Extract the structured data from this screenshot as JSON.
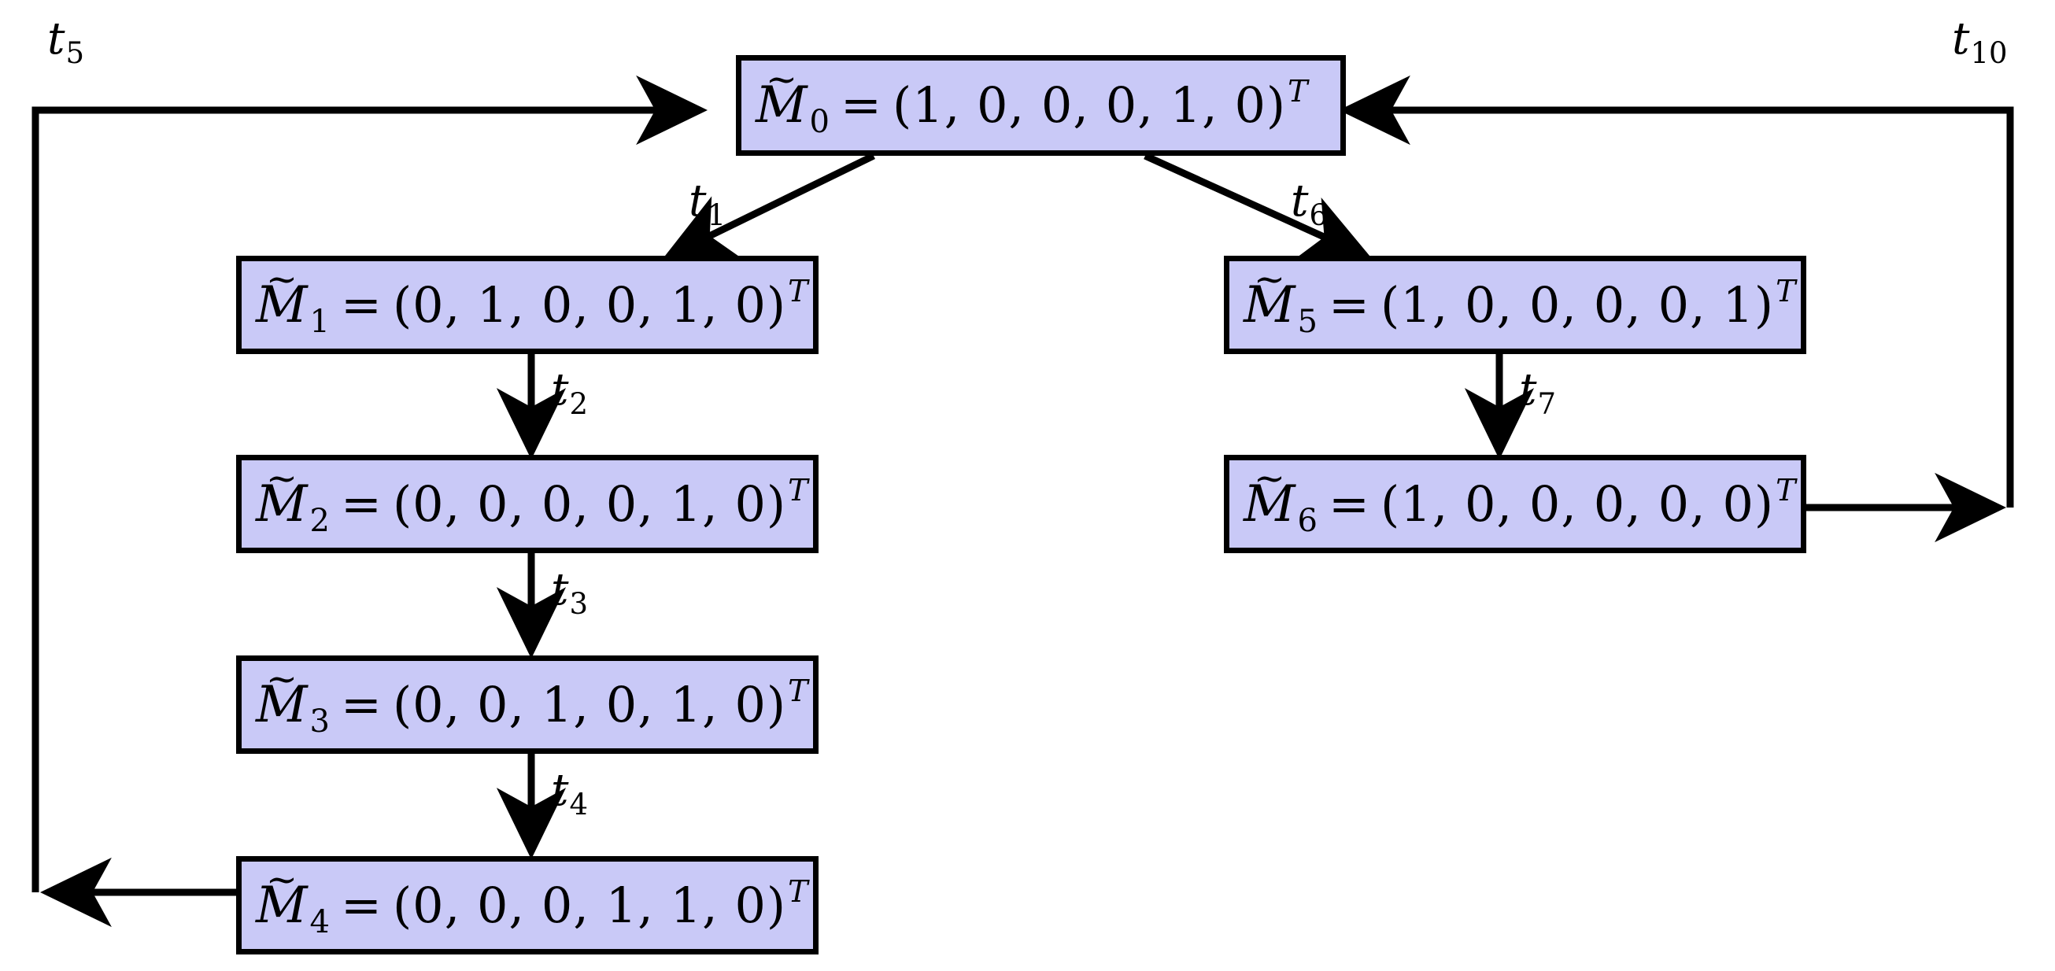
{
  "diagram": {
    "type": "reachability-graph",
    "title": "",
    "background_color": "#ffffff",
    "node_fill_color": "#c9c9f7",
    "node_border_color": "#000000",
    "edge_color": "#000000",
    "nodes": [
      {
        "id": "M0",
        "var": "M",
        "accent": "~",
        "index": "0",
        "equals": "=",
        "vector": "(1, 0, 0, 0, 1, 0)",
        "transpose": "T",
        "text": "M̃0 = (1,0,0,0,1,0)T"
      },
      {
        "id": "M1",
        "var": "M",
        "accent": "~",
        "index": "1",
        "equals": "=",
        "vector": "(0, 1, 0, 0, 1, 0)",
        "transpose": "T",
        "text": "M̃1 = (0,1,0,0,1,0)T"
      },
      {
        "id": "M2",
        "var": "M",
        "accent": "~",
        "index": "2",
        "equals": "=",
        "vector": "(0, 0, 0, 0, 1, 0)",
        "transpose": "T",
        "text": "M̃2 = (0,0,0,0,1,0)T"
      },
      {
        "id": "M3",
        "var": "M",
        "accent": "~",
        "index": "3",
        "equals": "=",
        "vector": "(0, 0, 1, 0, 1, 0)",
        "transpose": "T",
        "text": "M̃3 = (0,0,1,0,1,0)T"
      },
      {
        "id": "M4",
        "var": "M",
        "accent": "~",
        "index": "4",
        "equals": "=",
        "vector": "(0, 0, 0, 1, 1, 0)",
        "transpose": "T",
        "text": "M̃4 = (0,0,0,1,1,0)T"
      },
      {
        "id": "M5",
        "var": "M",
        "accent": "~",
        "index": "5",
        "equals": "=",
        "vector": "(1, 0, 0, 0, 0, 1)",
        "transpose": "T",
        "text": "M̃5 = (1,0,0,0,0,1)T"
      },
      {
        "id": "M6",
        "var": "M",
        "accent": "~",
        "index": "6",
        "equals": "=",
        "vector": "(1, 0, 0, 0, 0, 0)",
        "transpose": "T",
        "text": "M̃6 = (1,0,0,0,0,0)T"
      }
    ],
    "edges": [
      {
        "id": "e1",
        "label": "t",
        "label_sub": "1",
        "from": "M0",
        "to": "M1"
      },
      {
        "id": "e2",
        "label": "t",
        "label_sub": "2",
        "from": "M1",
        "to": "M2"
      },
      {
        "id": "e3",
        "label": "t",
        "label_sub": "3",
        "from": "M2",
        "to": "M3"
      },
      {
        "id": "e4",
        "label": "t",
        "label_sub": "4",
        "from": "M3",
        "to": "M4"
      },
      {
        "id": "e5",
        "label": "t",
        "label_sub": "5",
        "from": "M4",
        "to": "M0"
      },
      {
        "id": "e6",
        "label": "t",
        "label_sub": "6",
        "from": "M0",
        "to": "M5"
      },
      {
        "id": "e7",
        "label": "t",
        "label_sub": "7",
        "from": "M5",
        "to": "M6"
      },
      {
        "id": "e10",
        "label": "t",
        "label_sub": "10",
        "from": "M6",
        "to": "M0"
      }
    ]
  }
}
